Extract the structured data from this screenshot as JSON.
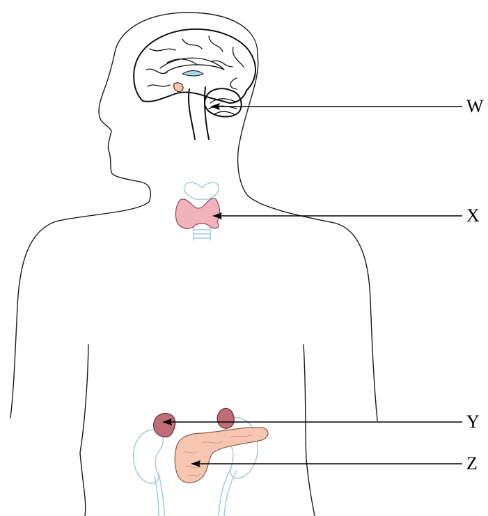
{
  "labels": {
    "w": "W",
    "x": "X",
    "y": "Y",
    "z": "Z"
  },
  "colors": {
    "gland_pink": "#f0b3bb",
    "adrenal_maroon": "#b8646e",
    "pancreas_peach": "#f6c6b0",
    "outline": "#1a1a1a",
    "light_blue": "#9fcde6"
  }
}
